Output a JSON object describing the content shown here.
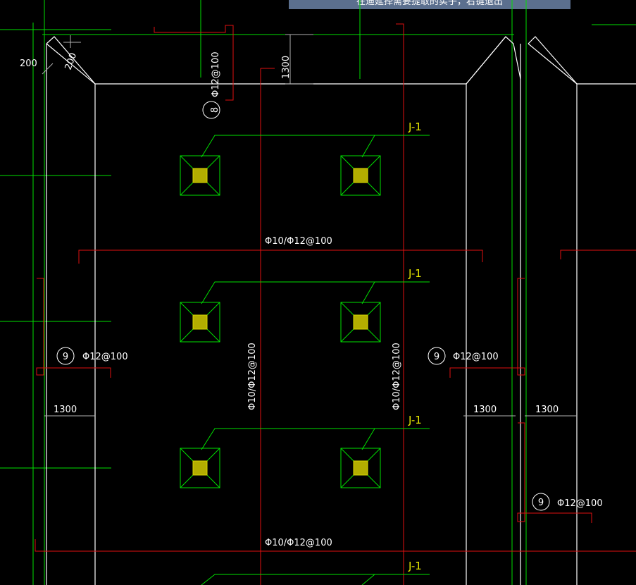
{
  "banner": {
    "text": "在迪延择需要提取的实子，右键退出"
  },
  "labels": {
    "foundation_tag": "J-1",
    "rebar_slab": "Φ10/Φ12@100",
    "rebar_edge": "Φ12@100",
    "mark_8": "8",
    "mark_9": "9"
  },
  "dims": {
    "d200": "200",
    "d1300": "1300"
  },
  "colors": {
    "background": "#000000",
    "outline": "#ffffff",
    "grid": "#00e000",
    "rebar": "#e01010",
    "tag": "#e6e600",
    "column": "#b3ad00"
  }
}
